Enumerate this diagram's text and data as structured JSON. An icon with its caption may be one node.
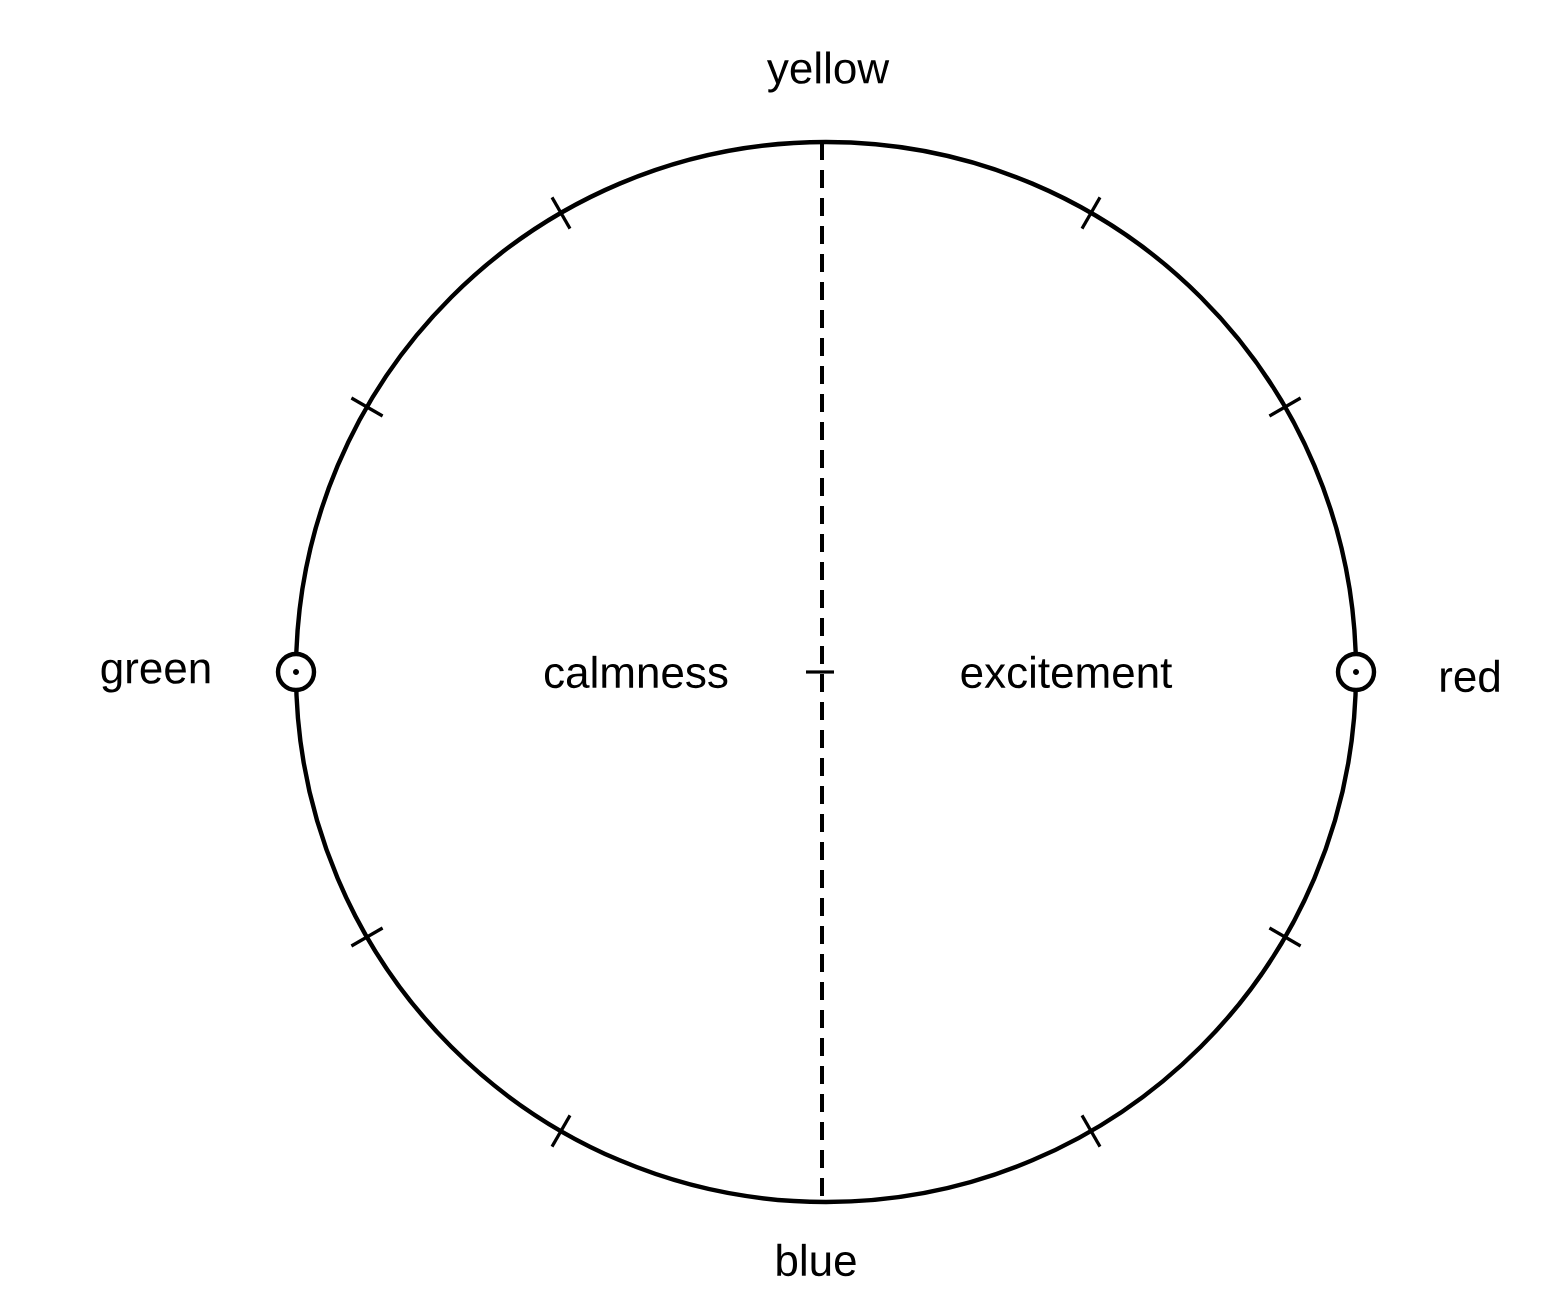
{
  "diagram": {
    "labels": [
      "yellow",
      "green",
      "calmness",
      "excitement",
      "red",
      "blue"
    ]
  }
}
